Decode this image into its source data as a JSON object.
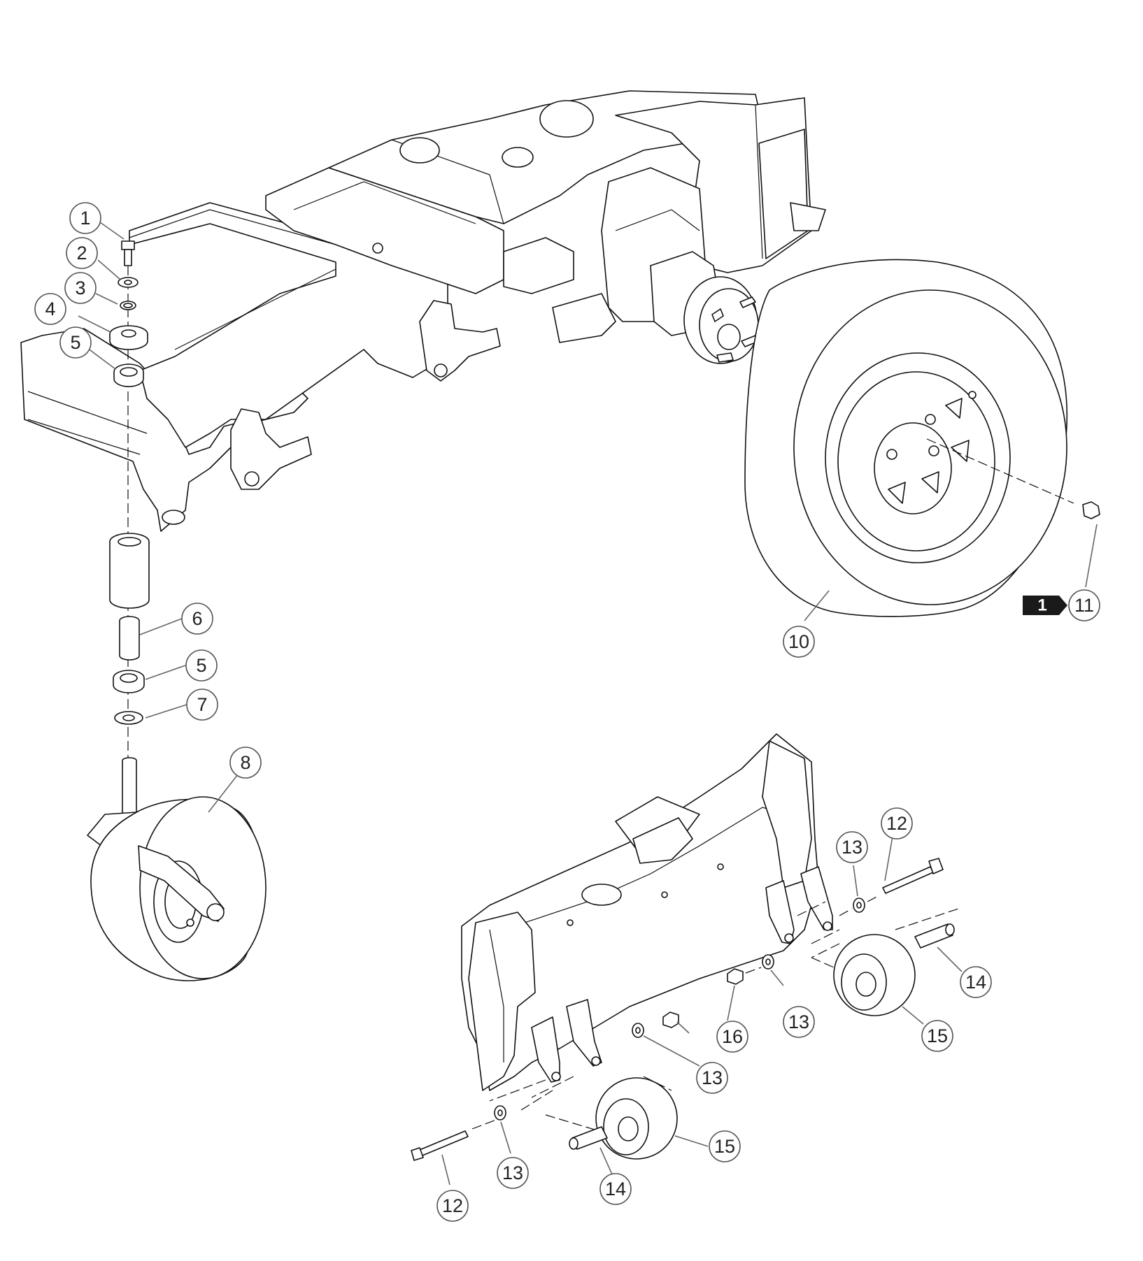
{
  "callouts": [
    {
      "id": "c1",
      "label": "1"
    },
    {
      "id": "c2",
      "label": "2"
    },
    {
      "id": "c3",
      "label": "3"
    },
    {
      "id": "c4",
      "label": "4"
    },
    {
      "id": "c5a",
      "label": "5"
    },
    {
      "id": "c6",
      "label": "6"
    },
    {
      "id": "c5b",
      "label": "5"
    },
    {
      "id": "c7",
      "label": "7"
    },
    {
      "id": "c8",
      "label": "8"
    },
    {
      "id": "c10",
      "label": "10"
    },
    {
      "id": "c11",
      "label": "11"
    },
    {
      "id": "c12a",
      "label": "12"
    },
    {
      "id": "c13a",
      "label": "13"
    },
    {
      "id": "c14a",
      "label": "14"
    },
    {
      "id": "c13b",
      "label": "13"
    },
    {
      "id": "c15a",
      "label": "15"
    },
    {
      "id": "c16",
      "label": "16"
    },
    {
      "id": "c13c",
      "label": "13"
    },
    {
      "id": "c15b",
      "label": "15"
    },
    {
      "id": "c13d",
      "label": "13"
    },
    {
      "id": "c14b",
      "label": "14"
    },
    {
      "id": "c12b",
      "label": "12"
    }
  ],
  "reference_tag": {
    "label": "1"
  },
  "colors": {
    "line": "#111111",
    "callout_ring": "#555555",
    "tag_fill": "#1a1a1a"
  }
}
